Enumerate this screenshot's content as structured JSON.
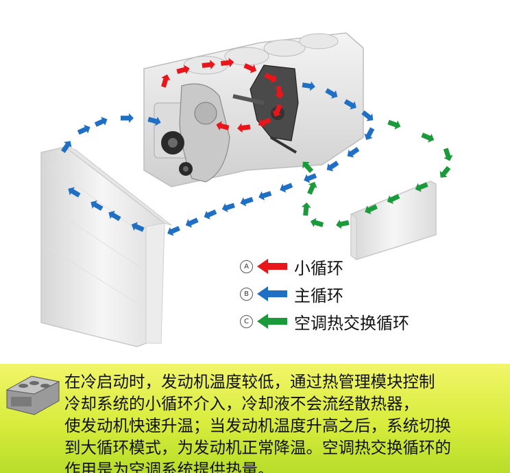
{
  "legend": [
    {
      "letter": "A",
      "label": "小循环",
      "color": "#e8151b"
    },
    {
      "letter": "B",
      "label": "主循环",
      "color": "#1f6fc4"
    },
    {
      "letter": "C",
      "label": "空调热交换循环",
      "color": "#1a9a3a"
    }
  ],
  "caption": {
    "lines": [
      "在冷启动时，发动机温度较低，通过热管理模块控制",
      "冷却系统的小循环介入，冷却液不会流经散热器，",
      "使发动机快速升温；当发动机温度升高之后，系统切换",
      "到大循环模式，为发动机正常降温。空调热交换循环的",
      "作用是为空调系统提供热量。"
    ]
  },
  "colors": {
    "banner_top": "#f1f569",
    "banner_bottom": "#b8dd2a",
    "small_loop": "#e8151b",
    "main_loop": "#1f6fc4",
    "ac_loop": "#1a9a3a"
  }
}
